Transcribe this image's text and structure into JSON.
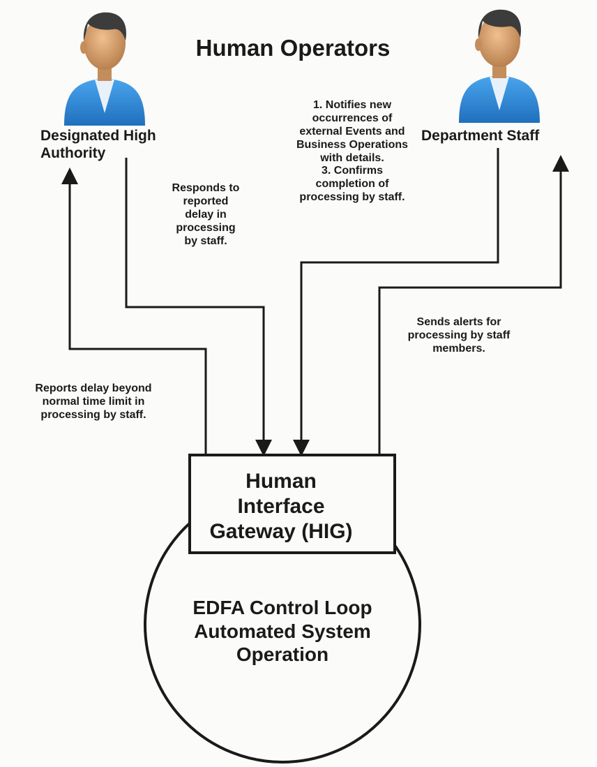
{
  "title": "Human Operators",
  "actors": {
    "left": {
      "name": "Designated High Authority",
      "lines": [
        "Designated High",
        "Authority"
      ],
      "icon": "person-icon"
    },
    "right": {
      "name": "Department Staff",
      "lines": [
        "Department Staff"
      ],
      "icon": "person-icon"
    }
  },
  "notes": {
    "responds": [
      "Responds to",
      "reported",
      "delay in",
      "processing",
      "by staff."
    ],
    "notifies": [
      "1. Notifies new",
      "occurrences of",
      "external Events and",
      "Business Operations",
      "with details.",
      "3. Confirms",
      "completion of",
      "processing by staff."
    ],
    "alerts": [
      "Sends alerts for",
      "processing by staff",
      "members."
    ],
    "reports": [
      "Reports delay beyond",
      "normal time limit in",
      "processing by staff."
    ]
  },
  "gateway": {
    "lines": [
      "Human",
      "Interface",
      "Gateway (HIG)"
    ]
  },
  "control_loop": {
    "lines": [
      "EDFA Control Loop",
      "Automated System",
      "Operation"
    ]
  },
  "colors": {
    "line": "#1a1a1a",
    "person_skin": "#d9a273",
    "person_hair": "#3c3c3c",
    "person_shirt": "#2a86d6",
    "background": "#fbfbf9"
  }
}
